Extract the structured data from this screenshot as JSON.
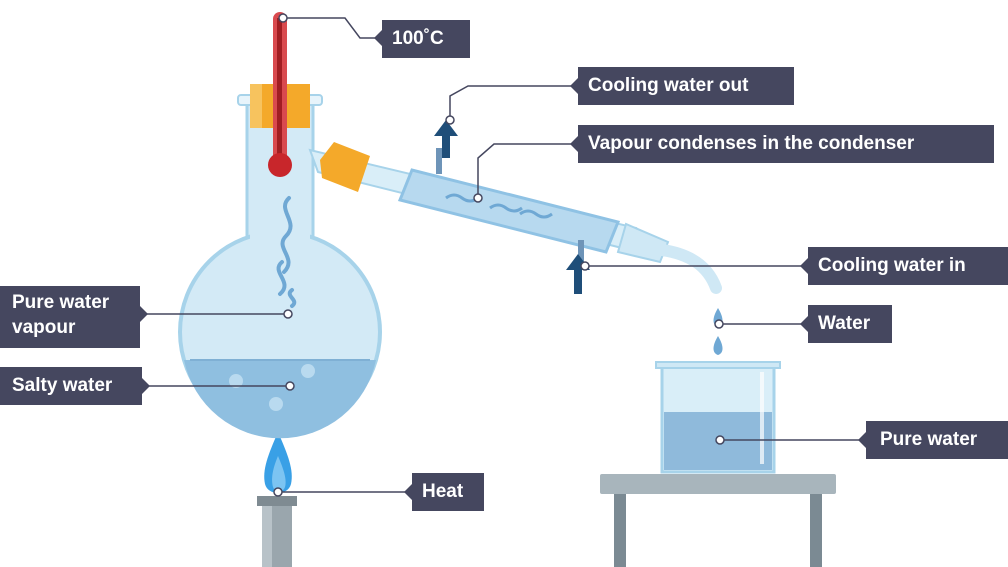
{
  "labels": {
    "temperature": "100˚C",
    "cooling_out": "Cooling water out",
    "vapour_condenses": "Vapour condenses in the condenser",
    "cooling_in": "Cooling water in",
    "water": "Water",
    "pure_water_vapour": "Pure water vapour",
    "salty_water": "Salty water",
    "pure_water": "Pure water",
    "heat": "Heat"
  },
  "colors": {
    "label_bg": "#45475f",
    "label_text": "#ffffff",
    "glass": "#cfe8f5",
    "glass_edge": "#a7d3ea",
    "salty_water": "#8fbfe0",
    "pure_water": "#8fbadb",
    "thermometer": "#c8262b",
    "stopper": "#f4a92a",
    "arrow": "#1f4e79",
    "flame": "#39a0e6",
    "table": "#7b8a93"
  }
}
